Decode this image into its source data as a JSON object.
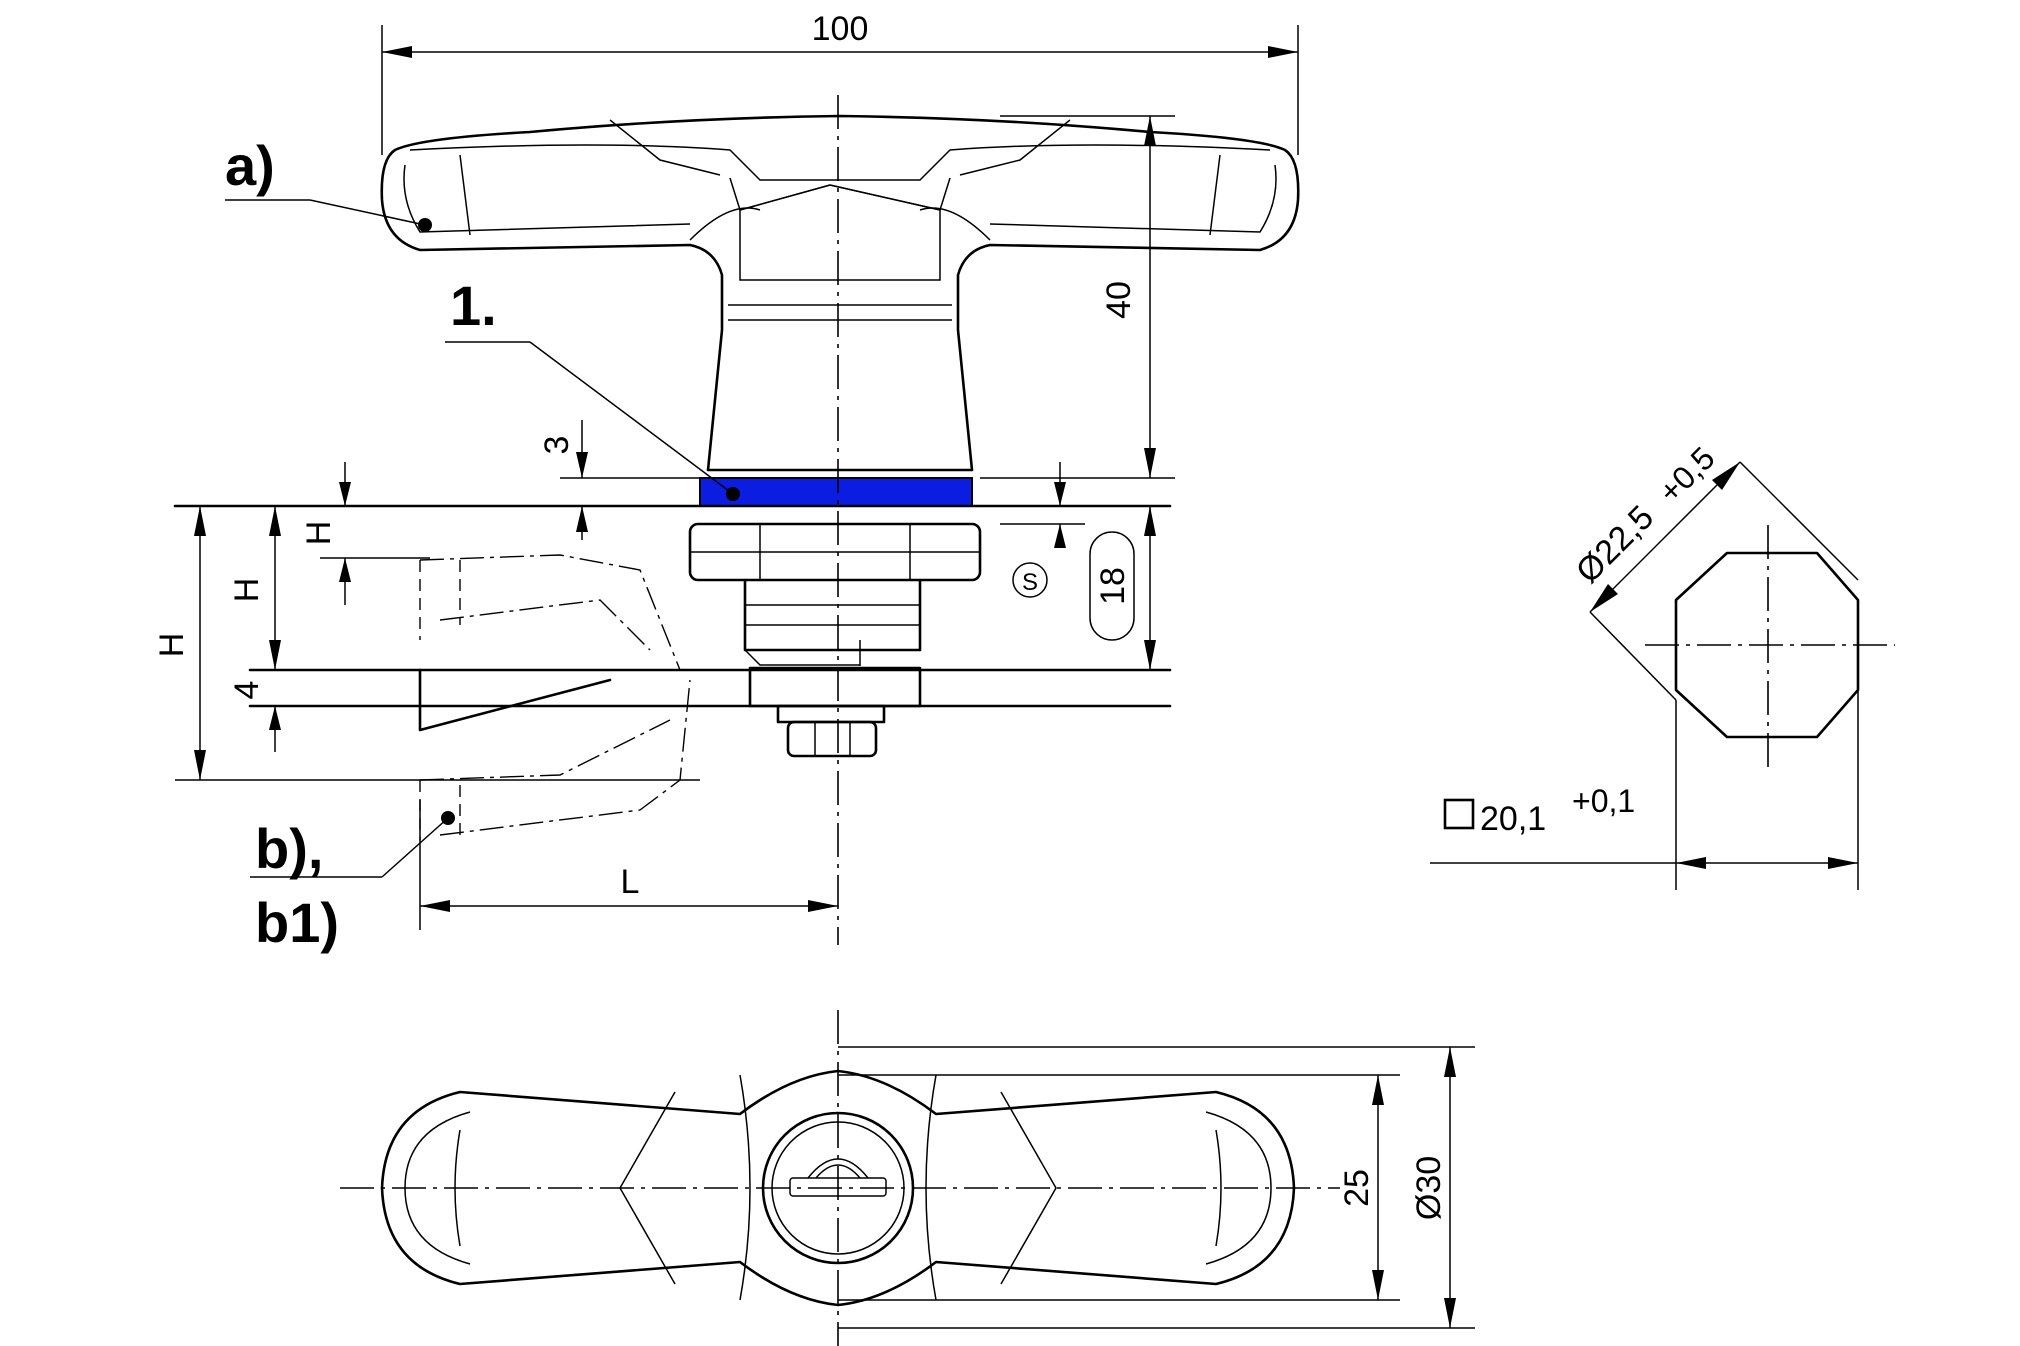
{
  "dimensions": {
    "overall_width": "100",
    "handle_height": "40",
    "shim_thickness": "3",
    "wrench_size_symbol": "S",
    "wrench_size_value": "18",
    "h_short": "H",
    "h_mid": "H",
    "h_long": "H",
    "cam_thickness": "4",
    "cam_length": "L",
    "cutout_diameter": "Ø22,5",
    "cutout_diameter_tol": "+0,5",
    "cutout_square": "20,1",
    "cutout_square_tol": "+0,1",
    "top_width": "25",
    "top_diameter": "Ø30"
  },
  "labels": {
    "handle": "a)",
    "seal": "1.",
    "cam_line1": "b),",
    "cam_line2": "b1)"
  },
  "colors": {
    "seal_fill": "#0a1de0",
    "line": "#000000"
  }
}
